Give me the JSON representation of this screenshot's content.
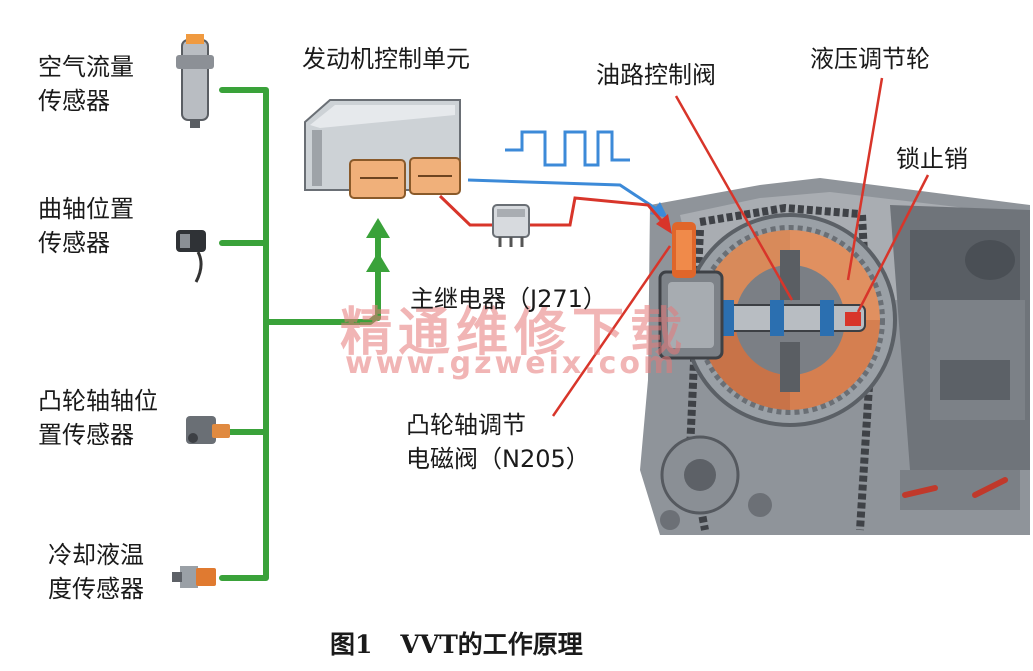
{
  "sensors": {
    "air_flow": [
      "空气流量",
      "传感器"
    ],
    "crank": [
      "曲轴位置",
      "传感器"
    ],
    "cam": [
      "凸轮轴轴位",
      "置传感器"
    ],
    "coolant": [
      "冷却液温",
      "度传感器"
    ]
  },
  "labels": {
    "ecu": "发动机控制单元",
    "oil_valve": "油路控制阀",
    "hydraulic_wheel": "液压调节轮",
    "lock_pin": "锁止销",
    "relay": "主继电器（J271）",
    "solenoid": [
      "凸轮轴调节",
      "电磁阀（N205）"
    ]
  },
  "watermark": {
    "cn": "精通维修下载",
    "url": "www.gzweix.com"
  },
  "caption": {
    "fig": "图1",
    "title": "VVT的工作原理"
  },
  "colors": {
    "bus_green": "#3aa23a",
    "signal_blue": "#3c8ad8",
    "signal_red": "#d8352a",
    "connector_orange": "#f0a060"
  }
}
